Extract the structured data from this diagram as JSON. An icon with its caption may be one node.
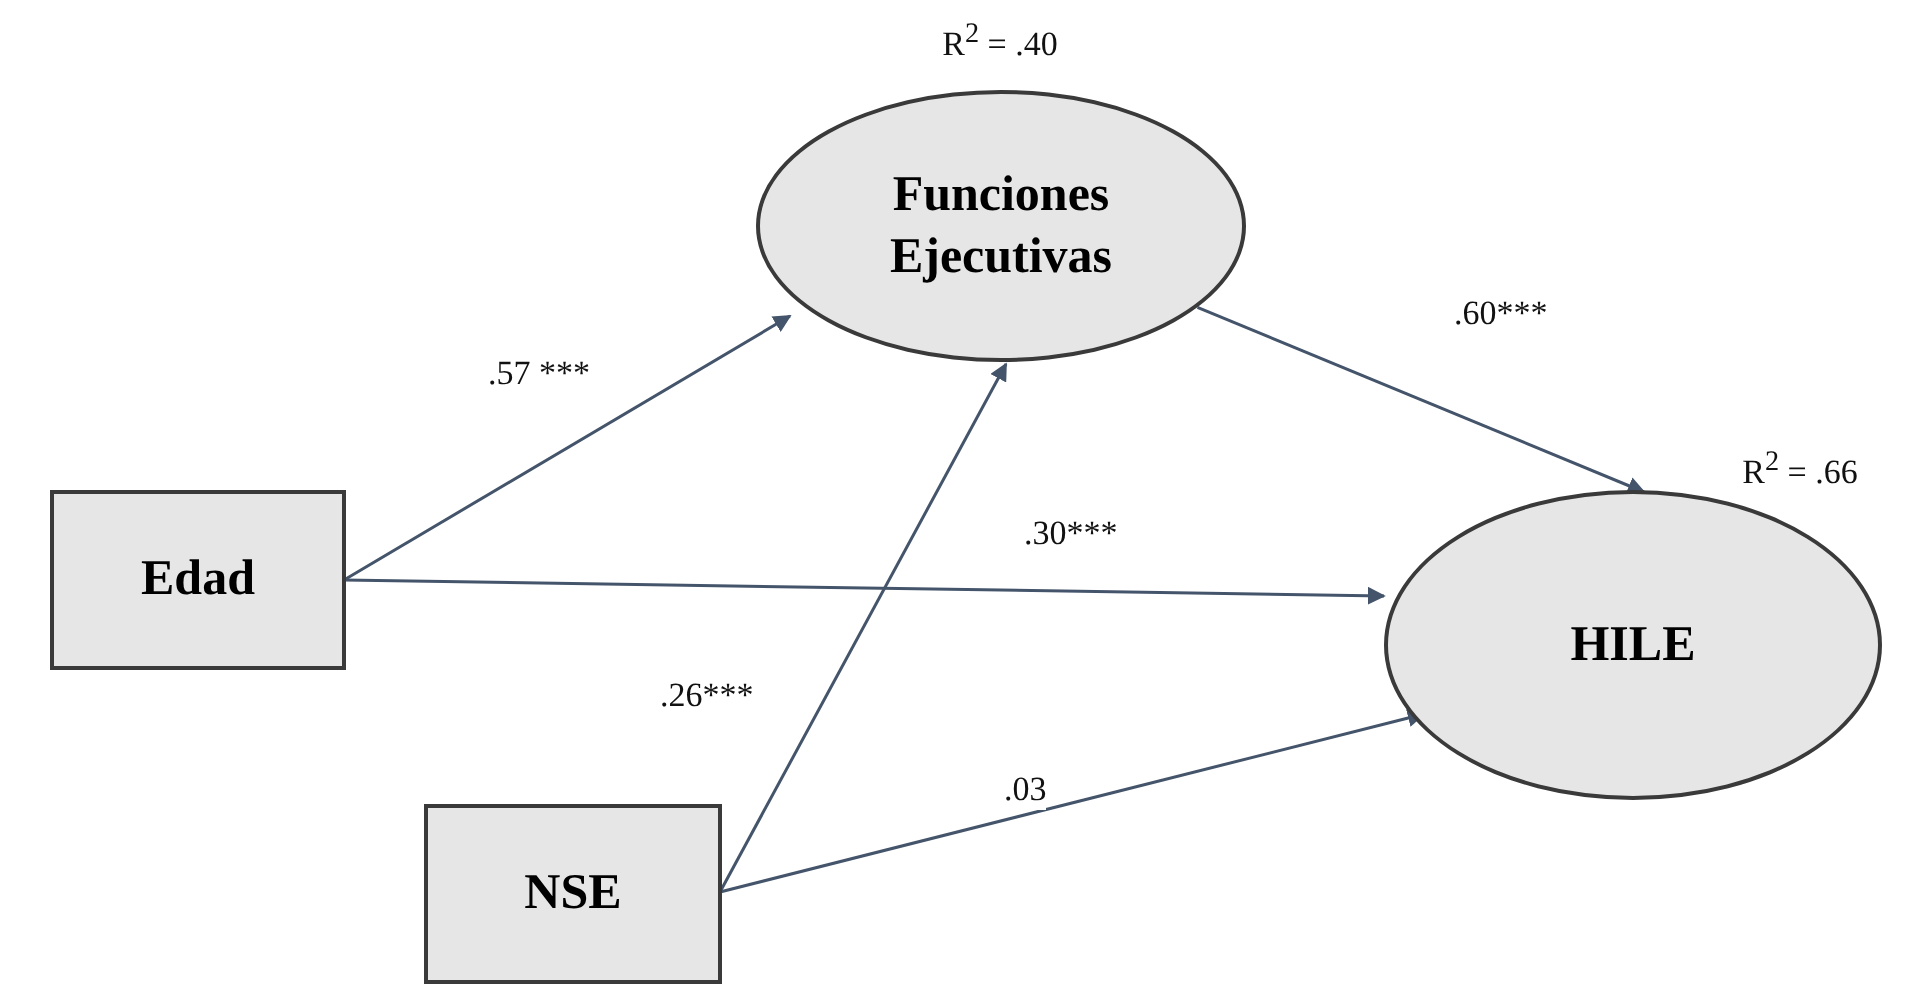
{
  "diagram": {
    "nodes": [
      {
        "text": [
          "Funciones Ejecutivas"
        ],
        "beside": [
          "R$^{2}$ = .40"
        ]
      },
      {
        "text": [
          "Edad"
        ]
      },
      {
        "text": [
          "HILE"
        ],
        "beside": [
          "R$^{2}$ = .66"
        ]
      },
      {
        "text": [
          "NSE"
        ]
      }
    ],
    "edges": [
      {
        "from": 1,
        "to": 0,
        "arrow": "to",
        "label": ".57 ***"
      },
      {
        "from": 0,
        "to": 2,
        "arrow": "to",
        "label": ".60***"
      },
      {
        "from": 1,
        "to": 2,
        "arrow": "to",
        "label": ".30***"
      },
      {
        "from": 3,
        "to": 0,
        "arrow": "to",
        "label": ".26***"
      },
      {
        "from": 3,
        "to": 2,
        "arrow": "to",
        "label": ".03"
      }
    ]
  }
}
